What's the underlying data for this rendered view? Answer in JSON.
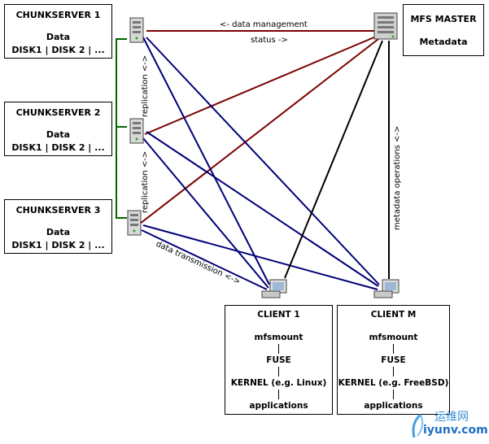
{
  "chunkservers": [
    {
      "title": "CHUNKSERVER 1",
      "data_label": "Data",
      "disks": "DISK1 | DISK 2 | ..."
    },
    {
      "title": "CHUNKSERVER 2",
      "data_label": "Data",
      "disks": "DISK1 | DISK 2 | ..."
    },
    {
      "title": "CHUNKSERVER 3",
      "data_label": "Data",
      "disks": "DISK1 | DISK 2 | ..."
    }
  ],
  "master": {
    "title": "MFS MASTER",
    "subtitle": "Metadata"
  },
  "clients": [
    {
      "title": "CLIENT 1",
      "stack": [
        "mfsmount",
        "FUSE",
        "KERNEL (e.g. Linux)",
        "applications"
      ]
    },
    {
      "title": "CLIENT M",
      "stack": [
        "mfsmount",
        "FUSE",
        "KERNEL (e.g. FreeBSD)",
        "applications"
      ]
    }
  ],
  "labels": {
    "data_management": "<- data management",
    "status": "status ->",
    "replication": "replication <->",
    "metadata_operations": "metadata operations <->",
    "data_transmission": "data transmission <->"
  },
  "colors": {
    "master_chunkserver": "#7a0000",
    "client_chunkserver": "#00007a",
    "client_master": "#000000",
    "replication": "#006600"
  },
  "watermark": {
    "cn": "运维网",
    "en": "iyunv.com"
  }
}
